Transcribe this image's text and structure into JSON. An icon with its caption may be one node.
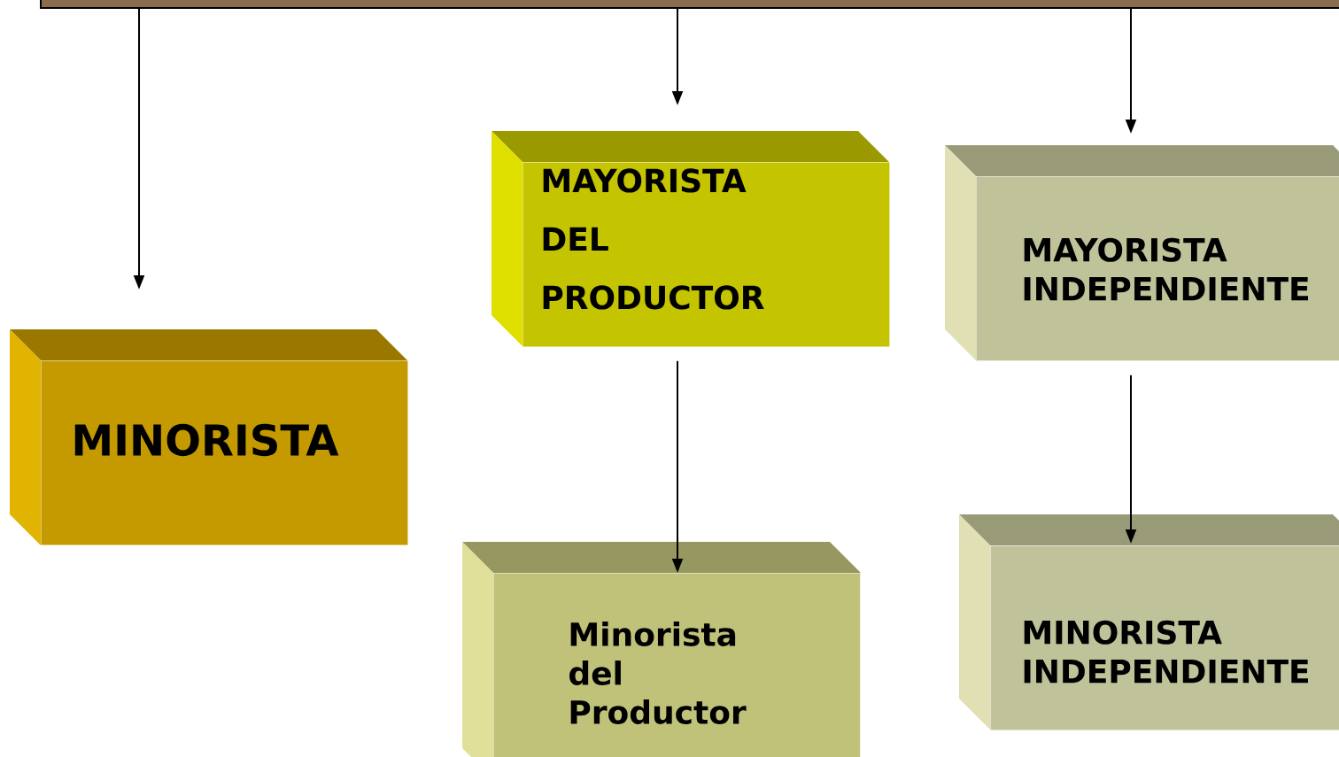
{
  "diagram": {
    "nodes": [
      {
        "text": [],
        "shape": "bar"
      },
      {
        "text": [
          "MINORISTA"
        ]
      },
      {
        "text": [
          "MAYORISTA DEL PRODUCTOR"
        ]
      },
      {
        "text": [
          "MAYORISTA INDEPENDIENTE"
        ]
      },
      {
        "text": [
          "Minorista del Productor"
        ]
      },
      {
        "text": [
          "MINORISTA INDEPENDIENTE"
        ]
      }
    ],
    "edges": [
      {
        "from": 0,
        "to": 1,
        "arrow": "to"
      },
      {
        "from": 0,
        "to": 2,
        "arrow": "to"
      },
      {
        "from": 0,
        "to": 3,
        "arrow": "to"
      },
      {
        "from": 2,
        "to": 4,
        "arrow": "to"
      },
      {
        "from": 3,
        "to": 5,
        "arrow": "to"
      }
    ]
  }
}
